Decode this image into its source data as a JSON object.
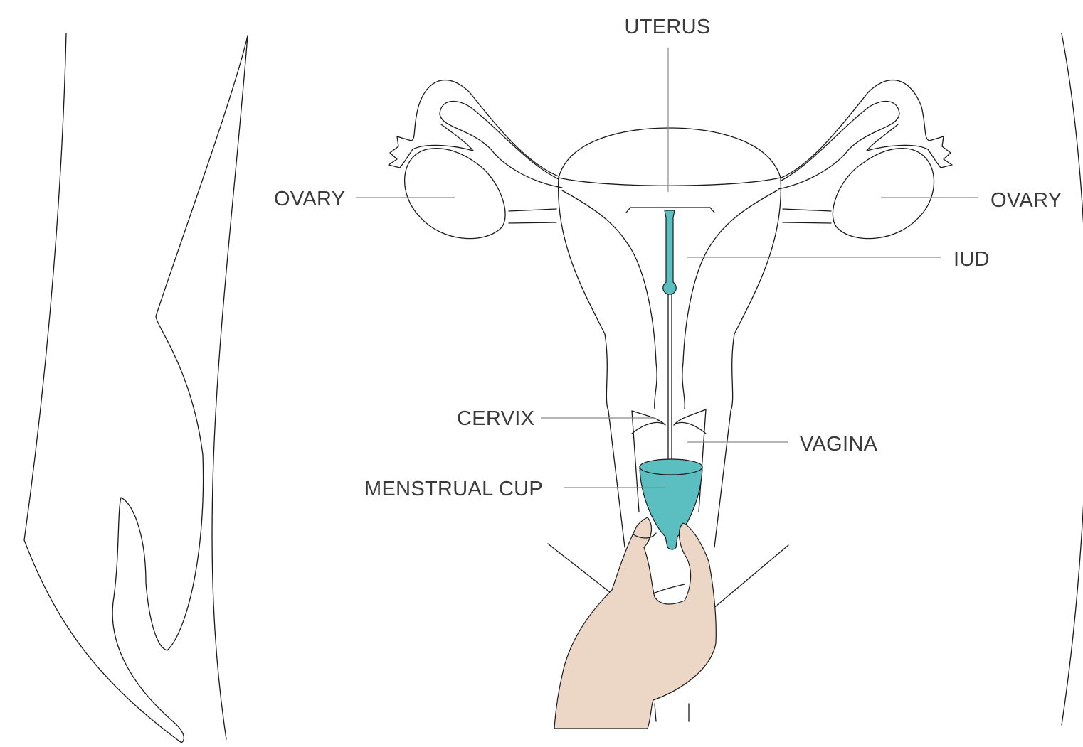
{
  "labels": {
    "uterus": "UTERUS",
    "ovary_left": "OVARY",
    "ovary_right": "OVARY",
    "iud": "IUD",
    "cervix": "CERVIX",
    "vagina": "VAGINA",
    "menstrual_cup": "MENSTRUAL CUP"
  },
  "colors": {
    "accent_teal": "#5bbfc1",
    "skin": "#ecd7c6",
    "line": "#1a1a1a",
    "leader": "#8a8a8a",
    "label": "#3a3a3a"
  }
}
